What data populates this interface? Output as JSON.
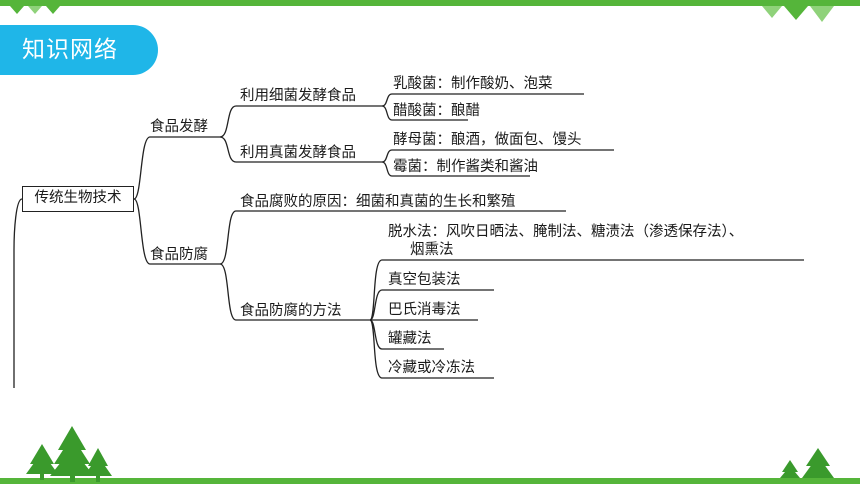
{
  "colors": {
    "green": "#55b53a",
    "blue": "#1fb6e8",
    "tree": "#3a9a2c"
  },
  "header": {
    "title": "知识网络"
  },
  "root": "传统生物技术",
  "branches": {
    "fermentation": {
      "label": "食品发酵",
      "bacteria": {
        "label": "利用细菌发酵食品",
        "items": [
          "乳酸菌：制作酸奶、泡菜",
          "醋酸菌：酿醋"
        ]
      },
      "fungi": {
        "label": "利用真菌发酵食品",
        "items": [
          "酵母菌：酿酒，做面包、馒头",
          "霉菌：制作酱类和酱油"
        ]
      }
    },
    "preservation": {
      "label": "食品防腐",
      "cause": "食品腐败的原因：细菌和真菌的生长和繁殖",
      "methods": {
        "label": "食品防腐的方法",
        "items": [
          "脱水法：风吹日晒法、腌制法、糖渍法（渗透保存法）、",
          "烟熏法",
          "真空包装法",
          "巴氏消毒法",
          "罐藏法",
          "冷藏或冷冻法"
        ]
      }
    }
  },
  "decorations": [
    "triangle-icon",
    "tree-icon"
  ]
}
